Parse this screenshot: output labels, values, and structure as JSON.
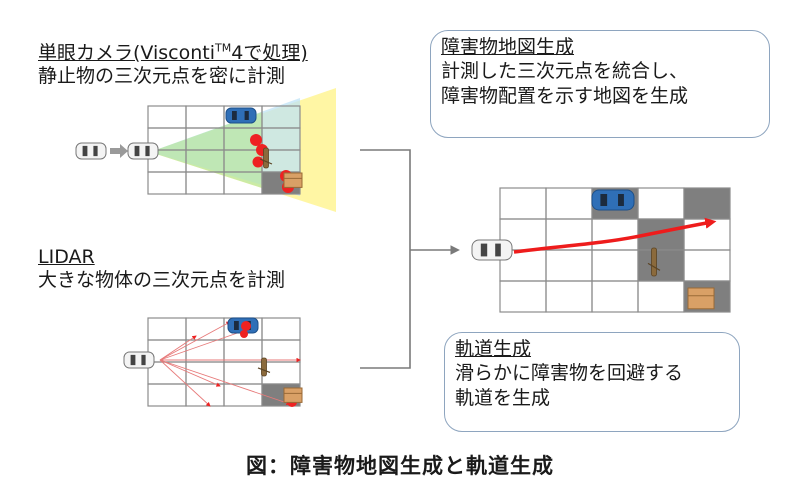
{
  "colors": {
    "grid_line": "#8c8c8c",
    "blocked_cell": "#7f7f7f",
    "obstacle_red": "#ee2222",
    "path_red": "#ee1c1c",
    "blue_car": "#2f6fb7",
    "box": "#d9a066",
    "fov_yellow": "#fff59a",
    "fov_green": "#b9e7a6",
    "fov_blue": "#bfe3f5",
    "callout_border": "#8ea5bf",
    "connector": "#7a7a7a"
  },
  "camera": {
    "title": "単眼カメラ(Visconti",
    "tm": "TM",
    "title_end": "4で処理)",
    "desc": "静止物の三次元点を密に計測"
  },
  "lidar": {
    "title": "LIDAR",
    "desc": "大きな物体の三次元点を計測"
  },
  "map_callout": {
    "title": "障害物地図生成",
    "line1": "計測した三次元点を統合し、",
    "line2": "障害物配置を示す地図を生成"
  },
  "traj_callout": {
    "title": "軌道生成",
    "line1": "滑らかに障害物を回避する",
    "line2": "軌道を生成"
  },
  "caption": "図：障害物地図生成と軌道生成",
  "icons": [
    "white-car-icon",
    "blue-car-icon",
    "box-icon",
    "person-icon"
  ]
}
